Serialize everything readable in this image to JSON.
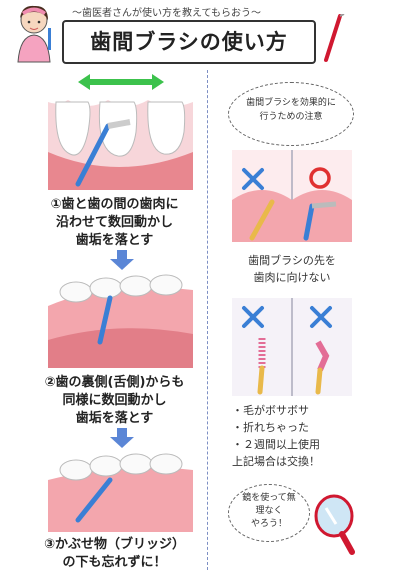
{
  "header": {
    "tagline": "〜歯医者さんが使い方を教えてもらおう〜",
    "title": "歯間ブラシの使い方"
  },
  "steps": [
    {
      "line1": "①歯と歯の間の歯肉に",
      "line2": "沿わせて数回動かし",
      "line3": "歯垢を落とす"
    },
    {
      "line1": "②歯の裏側(舌側)からも",
      "line2": "同様に数回動かし",
      "line3": "歯垢を落とす"
    },
    {
      "line1": "③かぶせ物（ブリッジ）",
      "line2": "の下も忘れずに！"
    }
  ],
  "notes": {
    "bubble_line1": "歯間ブラシを効果的に",
    "bubble_line2": "行うための注意",
    "gum_line1": "歯間ブラシの先を",
    "gum_line2": "歯肉に向けない",
    "replace_items": [
      "・毛がボサボサ",
      "・折れちゃった",
      "・２週間以上使用"
    ],
    "replace_footer": "上記場合は交換！",
    "mirror_line1": "鏡を使って無",
    "mirror_line2": "理なく",
    "mirror_line3": "やろう！"
  },
  "colors": {
    "wrong": "#3a7fd5",
    "correct": "#e03131",
    "gum": "#f3a6ad",
    "accent": "#d01830"
  }
}
